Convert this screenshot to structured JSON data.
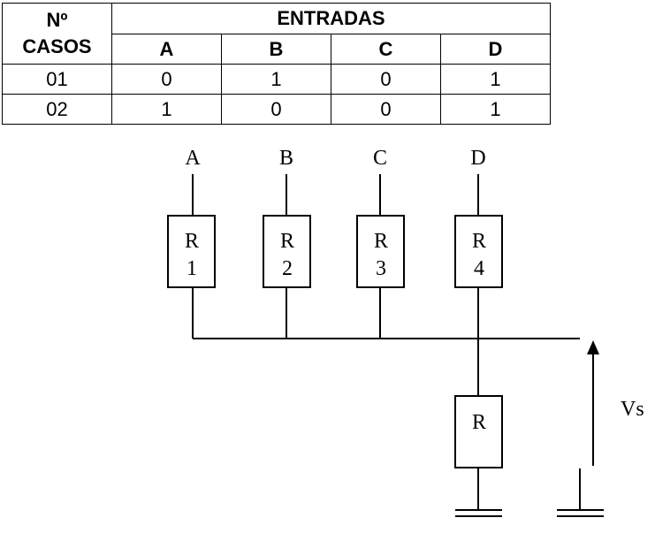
{
  "table": {
    "header_no": "Nº",
    "header_casos": "CASOS",
    "header_entradas": "ENTRADAS",
    "columns": [
      "A",
      "B",
      "C",
      "D"
    ],
    "rows": [
      {
        "caso": "01",
        "values": [
          "0",
          "1",
          "0",
          "1"
        ]
      },
      {
        "caso": "02",
        "values": [
          "1",
          "0",
          "0",
          "1"
        ]
      }
    ]
  },
  "circuit": {
    "inputs": [
      "A",
      "B",
      "C",
      "D"
    ],
    "resistors": [
      {
        "letter": "R",
        "index": "1"
      },
      {
        "letter": "R",
        "index": "2"
      },
      {
        "letter": "R",
        "index": "3"
      },
      {
        "letter": "R",
        "index": "4"
      }
    ],
    "load_resistor": "R",
    "output_label": "Vs"
  }
}
